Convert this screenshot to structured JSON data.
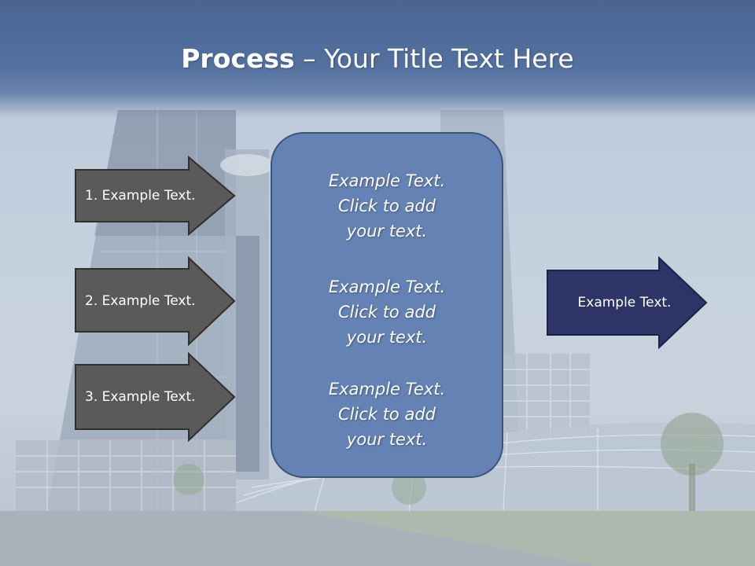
{
  "slide": {
    "title_bold": "Process",
    "title_rest": " – Your Title Text Here"
  },
  "left_arrows": [
    {
      "label": "1. Example Text."
    },
    {
      "label": "2. Example Text."
    },
    {
      "label": "3. Example Text."
    }
  ],
  "center_box": {
    "blocks": [
      {
        "text": "Example Text.\nClick  to add\nyour text."
      },
      {
        "text": "Example Text.\nClick  to add\nyour text."
      },
      {
        "text": "Example Text.\nClick  to add\nyour text."
      }
    ]
  },
  "right_arrow": {
    "label": "Example Text."
  },
  "colors": {
    "title_bar": "#4a6592",
    "left_arrow_fill": "#5a5a5a",
    "center_box_fill": "#6482b3",
    "right_arrow_fill": "#2e3566"
  }
}
